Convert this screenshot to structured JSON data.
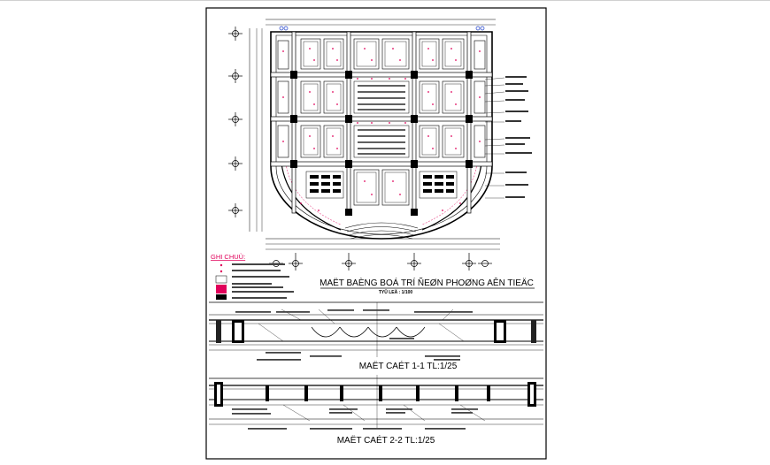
{
  "plan": {
    "title": "MAËT BAÈNG BOÁ TRÍ ÑEØN PHOØNG AÊN TIEÄC",
    "scale": "TYÛ LEÄ : 1/100"
  },
  "legend": {
    "heading": "GHI CHUÙ:"
  },
  "section1": {
    "title": "MAËT CAÉT 1-1  TL:1/25"
  },
  "section2": {
    "title": "MAËT CAÉT 2-2  TL:1/25"
  },
  "colors": {
    "line": "#000000",
    "accent": "#e0005a",
    "marker": "#1a3cc8",
    "background": "#ffffff"
  }
}
